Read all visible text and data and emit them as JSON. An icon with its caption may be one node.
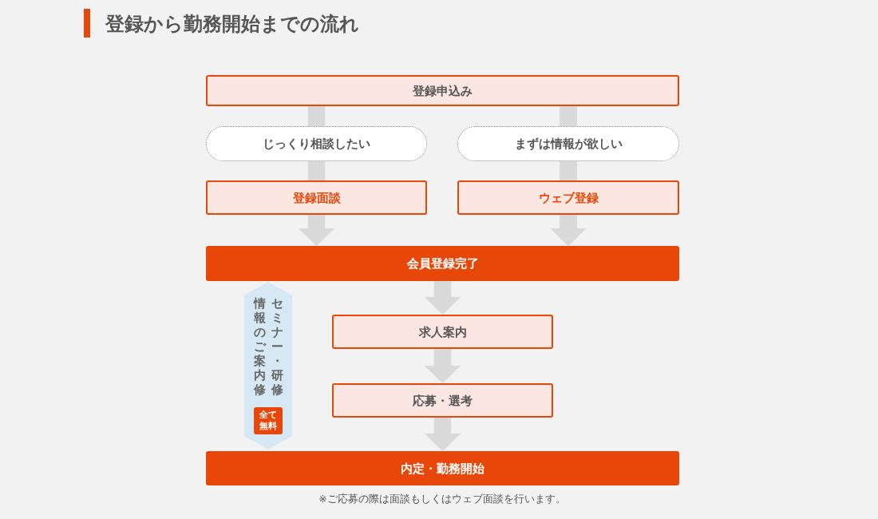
{
  "diagram": {
    "title": "登録から勤務開始までの流れ",
    "nodes": [
      {
        "text": [
          "登録申込み"
        ]
      },
      {
        "text": [
          "じっくり相談したい"
        ]
      },
      {
        "text": [
          "まずは情報が欲しい"
        ]
      },
      {
        "text": [
          "登録面談"
        ]
      },
      {
        "text": [
          "ウェブ登録"
        ]
      },
      {
        "text": [
          "会員登録完了"
        ]
      },
      {
        "text": [
          "求人案内"
        ]
      },
      {
        "text": [
          "応募・選考"
        ]
      },
      {
        "text": [
          "内定・勤務開始"
        ]
      },
      {
        "text": [
          "セミナー・研修情報のご案内修"
        ]
      },
      {
        "text": [
          "全て無料"
        ],
        "in": 9
      }
    ],
    "edges": [
      {
        "from": 0,
        "to": 1,
        "arrow": "none"
      },
      {
        "from": 0,
        "to": 2,
        "arrow": "none"
      },
      {
        "from": 1,
        "to": 3,
        "arrow": "none"
      },
      {
        "from": 2,
        "to": 4,
        "arrow": "none"
      },
      {
        "from": 3,
        "to": 5,
        "arrow": "to"
      },
      {
        "from": 4,
        "to": 5,
        "arrow": "to"
      },
      {
        "from": 5,
        "to": 6,
        "arrow": "to"
      },
      {
        "from": 6,
        "to": 7,
        "arrow": "to"
      },
      {
        "from": 7,
        "to": 8,
        "arrow": "to"
      }
    ],
    "labels": [
      "※ご応募の際は面談もしくはウェブ面談を行います。"
    ]
  }
}
